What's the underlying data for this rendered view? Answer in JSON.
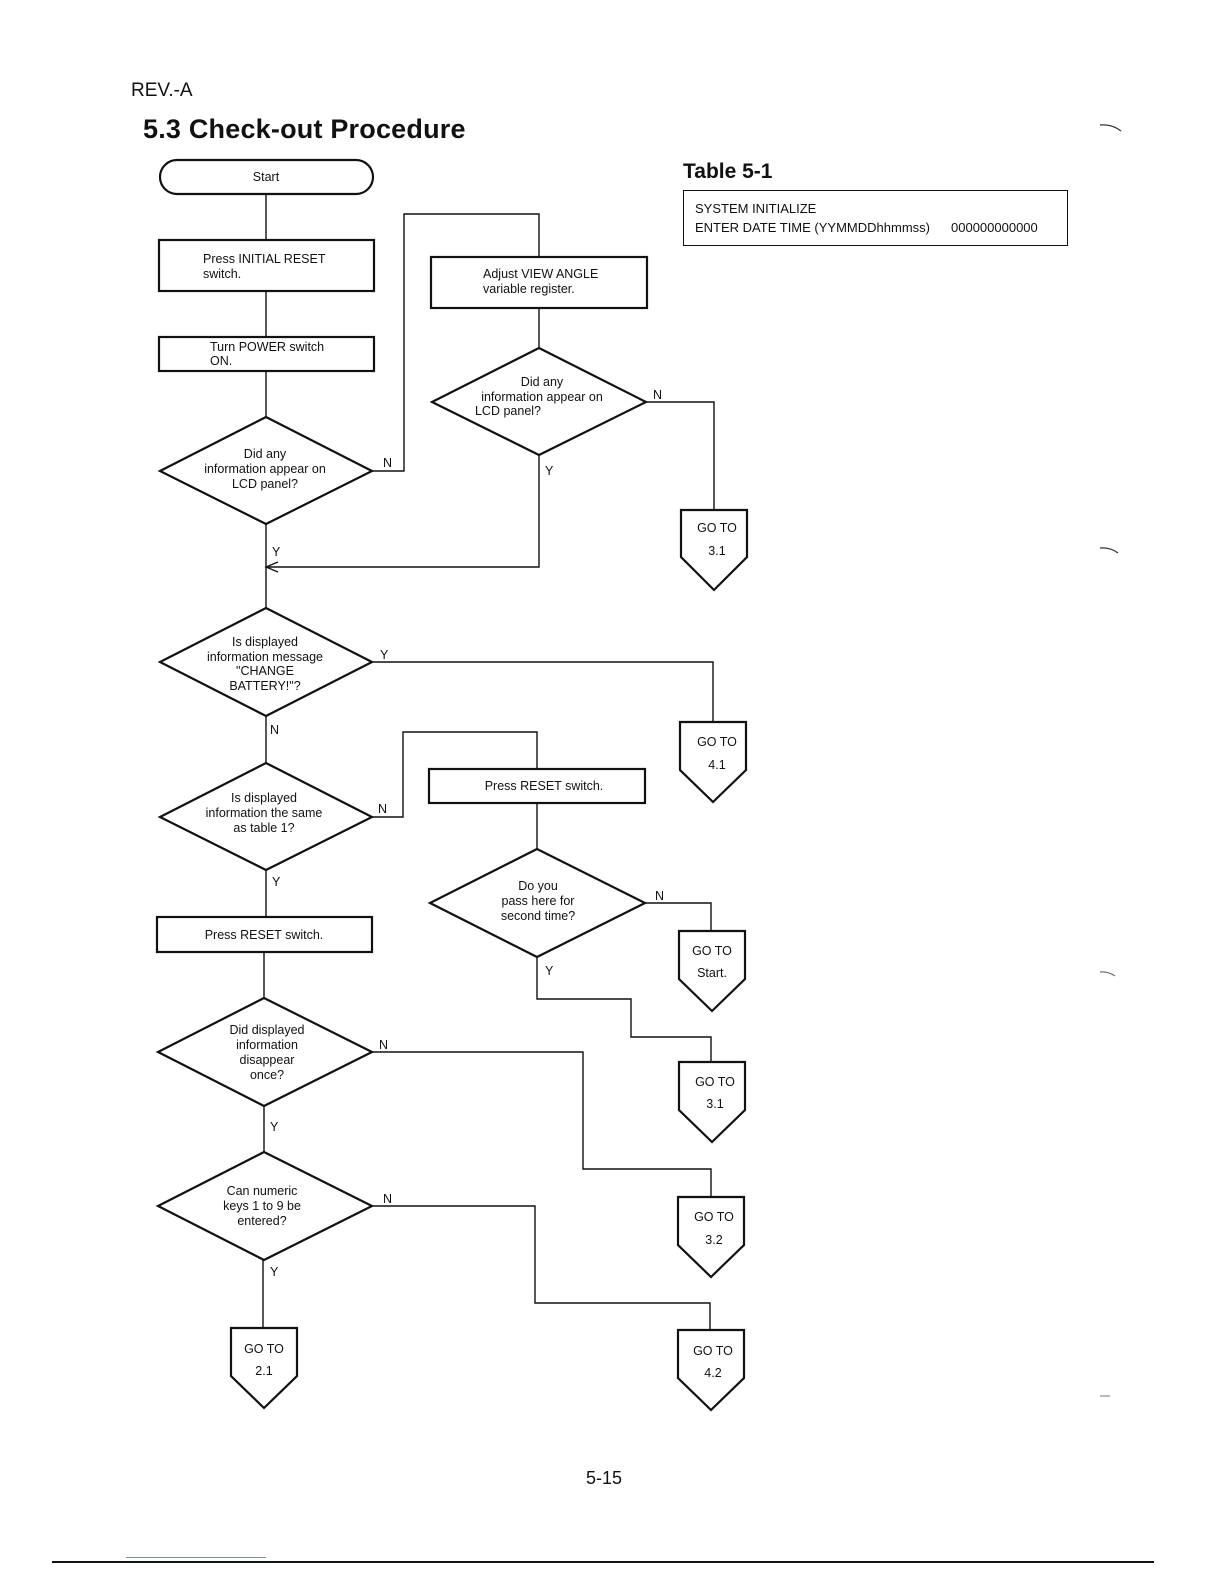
{
  "header": {
    "revision": "REV.-A",
    "title": "5.3  Check-out Procedure"
  },
  "table": {
    "title": "Table 5-1",
    "line1": "SYSTEM INITIALIZE",
    "line2_label": "ENTER DATE TIME (YYMMDDhhmmss)",
    "line2_value": "000000000000"
  },
  "flow": {
    "start": "Start",
    "press_initial_reset": [
      "Press INITIAL RESET",
      "switch."
    ],
    "turn_power": [
      "Turn POWER switch",
      "ON."
    ],
    "did_any_1": [
      "Did any",
      "information appear on",
      "LCD panel?"
    ],
    "adjust_view": [
      "Adjust VIEW ANGLE",
      "variable register."
    ],
    "did_any_2": [
      "Did any",
      "information appear on",
      "LCD panel?"
    ],
    "change_battery": [
      "Is displayed",
      "information message",
      "\"CHANGE",
      "BATTERY!\"?"
    ],
    "same_as_table": [
      "Is displayed",
      "information the same",
      "as table 1?"
    ],
    "press_reset_right": "Press RESET switch.",
    "press_reset_left": "Press RESET switch.",
    "second_time": [
      "Do you",
      "pass here for",
      "second time?"
    ],
    "disappear_once": [
      "Did displayed",
      "information",
      "disappear",
      "once?"
    ],
    "numeric_keys": [
      "Can numeric",
      "keys 1 to 9 be",
      "entered?"
    ],
    "labels": {
      "yes": "Y",
      "no": "N"
    },
    "goto_word": "GO TO",
    "goto_targets": {
      "g1": "3.1",
      "g2": "4.1",
      "g3": "Start.",
      "g4": "3.1",
      "g5": "3.2",
      "g6": "4.2",
      "g7": "2.1"
    }
  },
  "footer": {
    "page_number": "5-15"
  }
}
